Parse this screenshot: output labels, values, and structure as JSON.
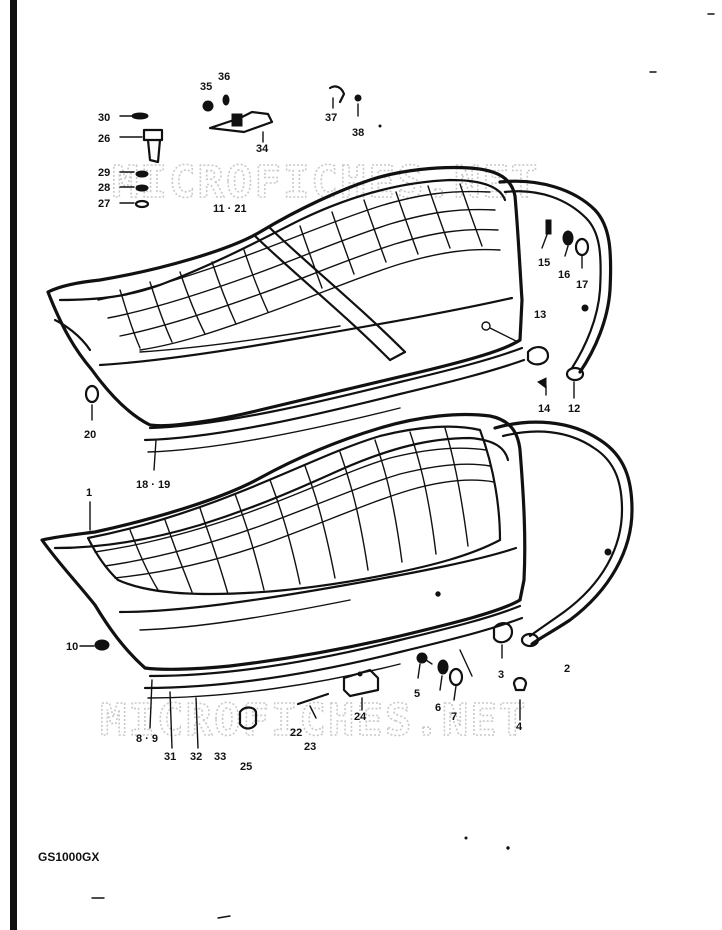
{
  "watermark_text": "MICROFICHES.NET",
  "model": "GS1000GX",
  "labels": {
    "p1": "1",
    "p2": "2",
    "p3": "3",
    "p4": "4",
    "p5": "5",
    "p6": "6",
    "p7": "7",
    "p8_9": "8 · 9",
    "p10": "10",
    "p11_21": "11 · 21",
    "p12": "12",
    "p13": "13",
    "p14": "14",
    "p15": "15",
    "p16": "16",
    "p17": "17",
    "p18_19": "18 · 19",
    "p20": "20",
    "p22": "22",
    "p23": "23",
    "p24": "24",
    "p25": "25",
    "p26": "26",
    "p27": "27",
    "p28": "28",
    "p29": "29",
    "p30": "30",
    "p31": "31",
    "p32": "32",
    "p33": "33",
    "p34": "34",
    "p35": "35",
    "p36": "36",
    "p37": "37",
    "p38": "38"
  }
}
